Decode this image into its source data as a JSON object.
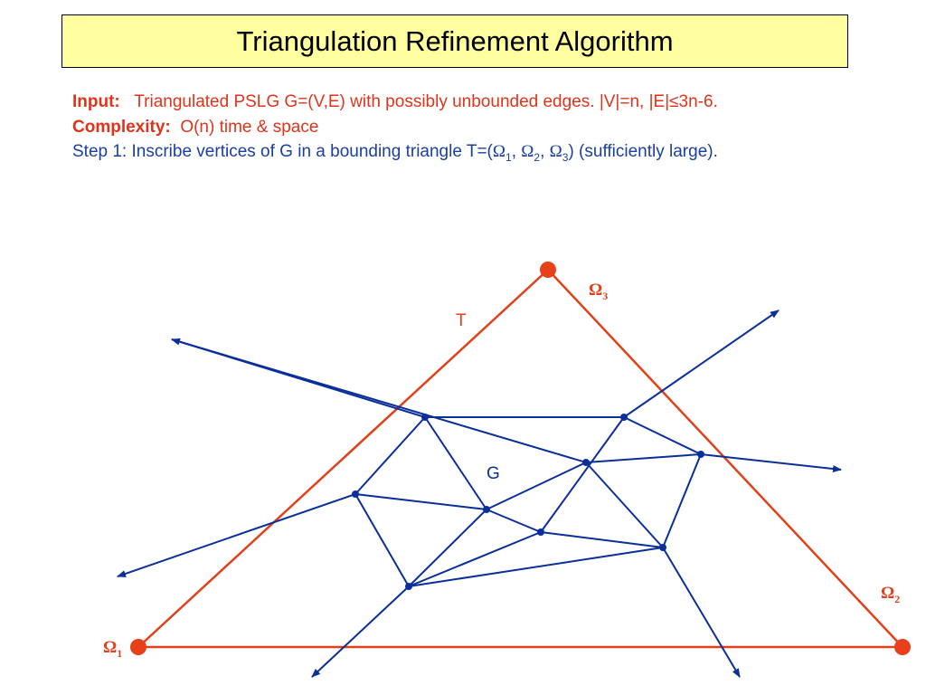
{
  "title": "Triangulation Refinement Algorithm",
  "input": {
    "label": "Input:",
    "text": "Triangulated PSLG G=(V,E) with possibly unbounded edges. |V|=n, |E|≤3n-6."
  },
  "complexity": {
    "label": "Complexity:",
    "text": "O(n) time & space"
  },
  "step1": {
    "prefix": "Step 1: Inscribe vertices of G in a bounding triangle T=(",
    "omega": "Ω",
    "sub1": "1",
    "sub2": "2",
    "sub3": "3",
    "sep": ", ",
    "suffix": ") (sufficiently large)."
  },
  "diagram": {
    "triangle_label": "T",
    "graph_label": "G",
    "omega1": {
      "symbol": "Ω",
      "sub": "1"
    },
    "omega2": {
      "symbol": "Ω",
      "sub": "2"
    },
    "omega3": {
      "symbol": "Ω",
      "sub": "3"
    },
    "colors": {
      "triangle": "#e0401a",
      "graph": "#0a2f9a"
    }
  }
}
